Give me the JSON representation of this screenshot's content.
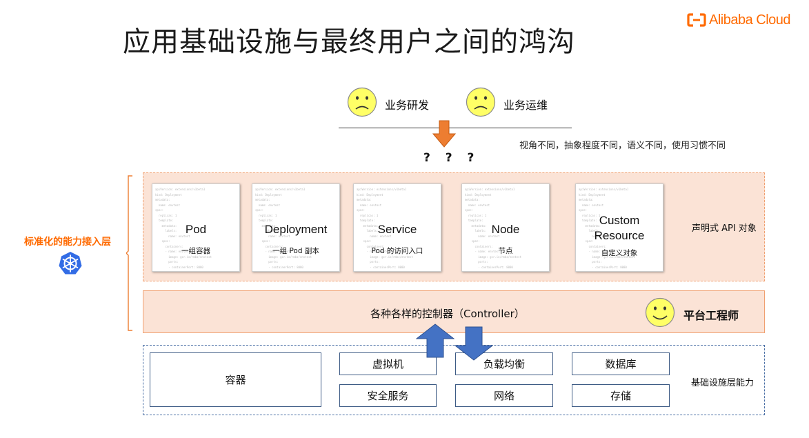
{
  "title": "应用基础设施与最终用户之间的鸿沟",
  "brand": {
    "name": "Alibaba Cloud"
  },
  "roles": [
    {
      "label": "业务研发",
      "icon": "sad-face-icon"
    },
    {
      "label": "业务运维",
      "icon": "sad-face-icon"
    }
  ],
  "gap": {
    "question_marks": "? ? ?",
    "difference_note": "视角不同，抽象程度不同，语义不同，使用习惯不同"
  },
  "side": {
    "standard_layer_label": "标准化的能力接入层",
    "icon": "kubernetes-helm-icon"
  },
  "api_layer": {
    "label": "声明式 API 对象",
    "objects": [
      {
        "kind": "Pod",
        "desc": "一组容器"
      },
      {
        "kind": "Deployment",
        "desc": "一组 Pod 副本"
      },
      {
        "kind": "Service",
        "desc": "Pod 的访问入口"
      },
      {
        "kind": "Node",
        "desc": "节点"
      },
      {
        "kind": "Custom\nResource",
        "desc": "自定义对象"
      }
    ]
  },
  "controller_layer": {
    "label": "各种各样的控制器（Controller）",
    "engineer": {
      "label": "平台工程师",
      "icon": "happy-face-icon"
    }
  },
  "infra_layer": {
    "label": "基础设施层能力",
    "items": [
      "容器",
      "虚拟机",
      "负载均衡",
      "数据库",
      "安全服务",
      "网络",
      "存储"
    ]
  },
  "colors": {
    "accent": "#ff6a00",
    "layer_fill": "#fbe3d6",
    "layer_border": "#f0a070",
    "arrow_blue": "#4472c4",
    "arrow_orange": "#ed7d31",
    "face_yellow": "#ffff66",
    "infra_border": "#3c5a84"
  }
}
